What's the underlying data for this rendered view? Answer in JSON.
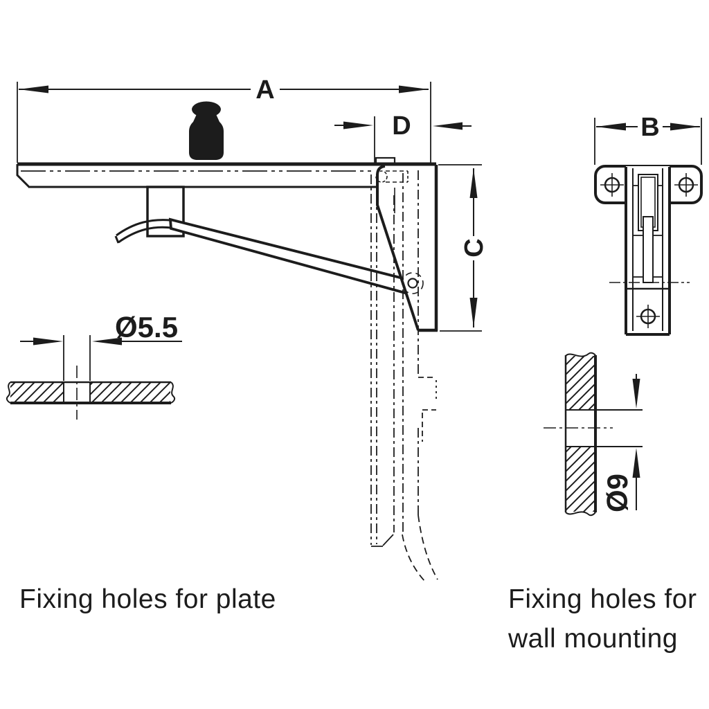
{
  "diagram": {
    "type": "technical-drawing-folding-bracket",
    "background": "#ffffff",
    "line_color": "#1c1c1c",
    "dimensions": {
      "a": "A",
      "b": "B",
      "c": "C",
      "d": "D"
    },
    "hole_diameters": {
      "plate": "Ø5.5",
      "wall": "Ø9"
    },
    "captions": {
      "plate": "Fixing holes for plate",
      "wall_line1": "Fixing holes for",
      "wall_line2": "wall mounting"
    }
  }
}
